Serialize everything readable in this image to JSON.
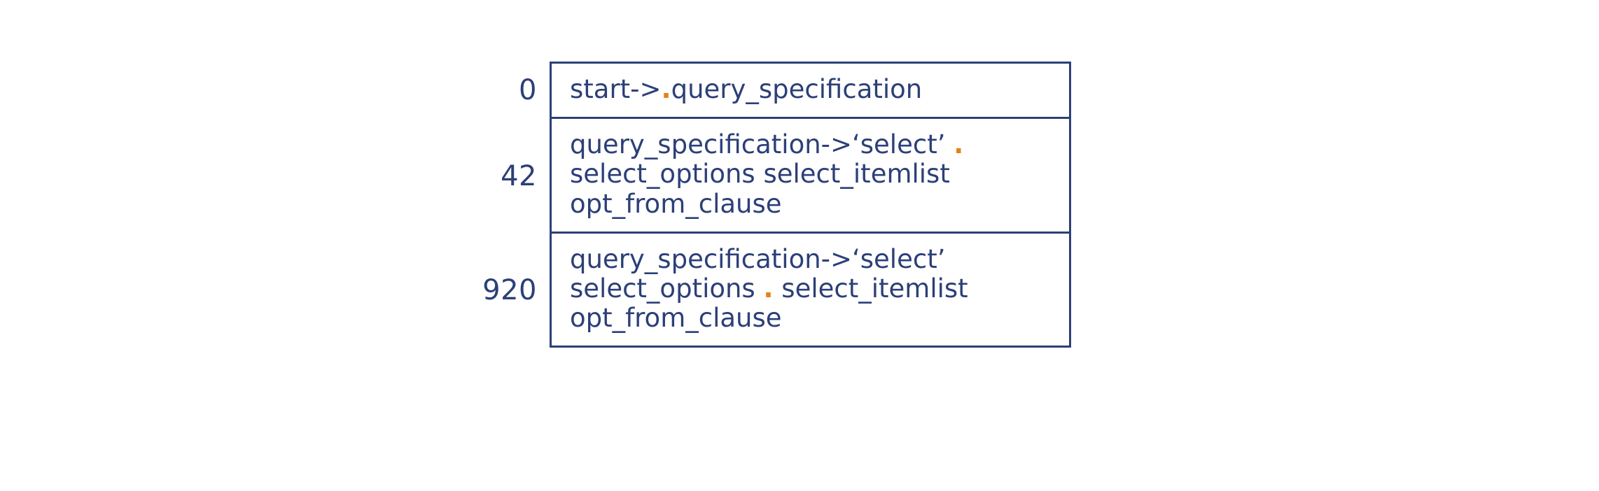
{
  "diagram": {
    "type": "lr-parser-item-sets",
    "colors": {
      "text": "#2c3f78",
      "border": "#2c3f78",
      "dot": "#e8801a",
      "background": "#ffffff"
    },
    "dot_glyph": ".",
    "rows": [
      {
        "state": "0",
        "lines": [
          {
            "before": "start->",
            "dot": ".",
            "after": "query_specification"
          }
        ]
      },
      {
        "state": "42",
        "lines": [
          {
            "before": "query_specification->‘select’ ",
            "dot": ".",
            "after": ""
          },
          {
            "before": "select_options select_itemlist",
            "dot": "",
            "after": ""
          },
          {
            "before": "opt_from_clause",
            "dot": "",
            "after": ""
          }
        ]
      },
      {
        "state": "920",
        "lines": [
          {
            "before": "query_specification->‘select’",
            "dot": "",
            "after": ""
          },
          {
            "before": "select_options ",
            "dot": ".",
            "after": " select_itemlist"
          },
          {
            "before": "opt_from_clause",
            "dot": "",
            "after": ""
          }
        ]
      }
    ]
  }
}
